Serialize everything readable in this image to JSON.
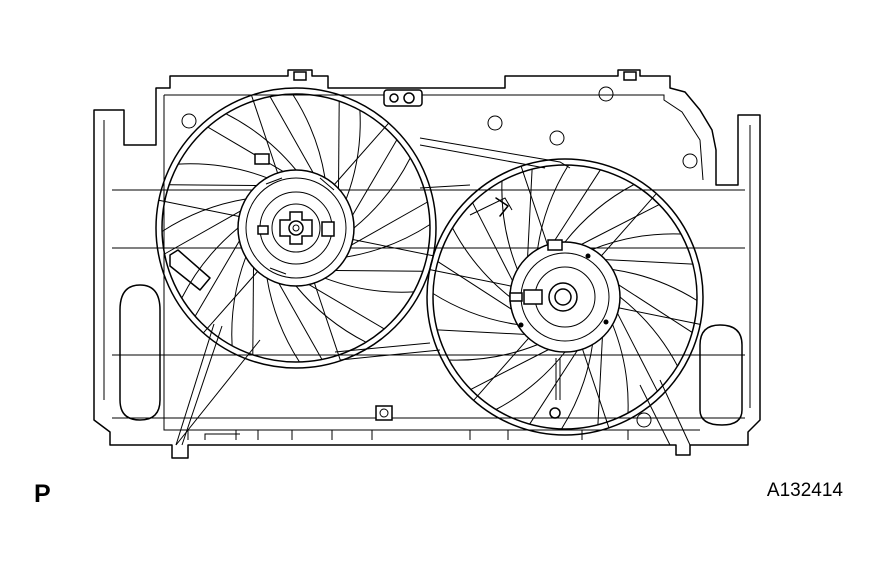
{
  "view_label": "P",
  "figure_code": "A132414",
  "fans": [
    {
      "name": "left-fan",
      "blade_count": 12
    },
    {
      "name": "right-fan",
      "blade_count": 12
    }
  ]
}
